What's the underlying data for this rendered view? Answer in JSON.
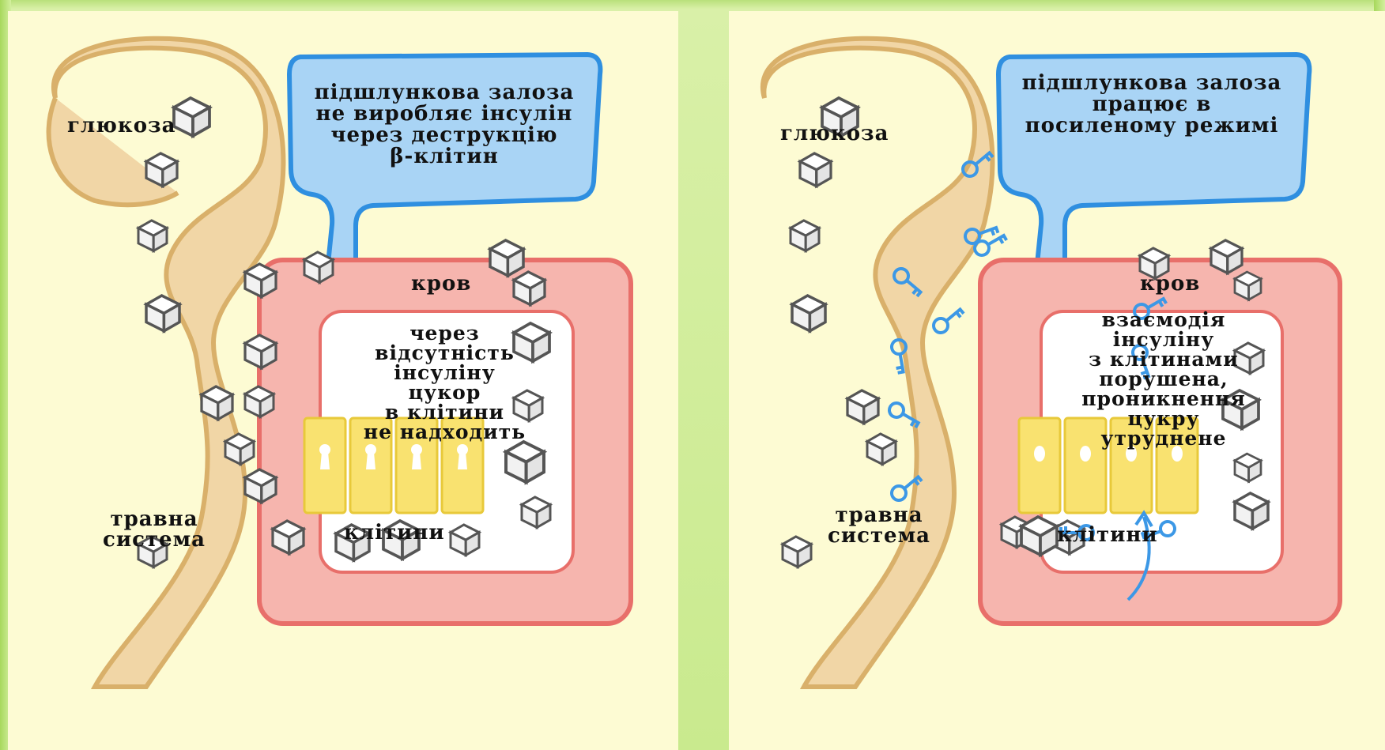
{
  "left": {
    "glucose_label": "глюкоза",
    "pancreas_text": "підшлункова залоза\nне виробляє інсулін\nчерез деструкцію\nβ-клітин",
    "blood_label": "кров",
    "center_text": "через\nвідсутність\nінсуліну\nцукор\nв клітини\nне надходить",
    "cells_label": "клітини",
    "digestive_label": "травна\nсистема"
  },
  "right": {
    "glucose_label": "глюкоза",
    "pancreas_text": "підшлункова залоза\nпрацює в\nпосиленому режимі",
    "blood_label": "кров",
    "center_text": "взаємодія\nінсуліну\nз клітинами\nпорушена,\nпроникнення\nцукру\nутруднене",
    "cells_label": "клітини",
    "digestive_label": "травна\nсистема"
  },
  "colors": {
    "pancreas_fill": "#a9d4f5",
    "pancreas_stroke": "#2f8fe0",
    "blood_fill": "#f6b5ae",
    "blood_stroke": "#e86f6a",
    "gut_fill": "#f1d6a6",
    "gut_stroke": "#d9b06a",
    "cell_fill": "#f9e270",
    "key_color": "#3c98e6"
  },
  "icons": [
    "sugar-cube-icon",
    "keyhole-icon",
    "insulin-key-icon"
  ]
}
